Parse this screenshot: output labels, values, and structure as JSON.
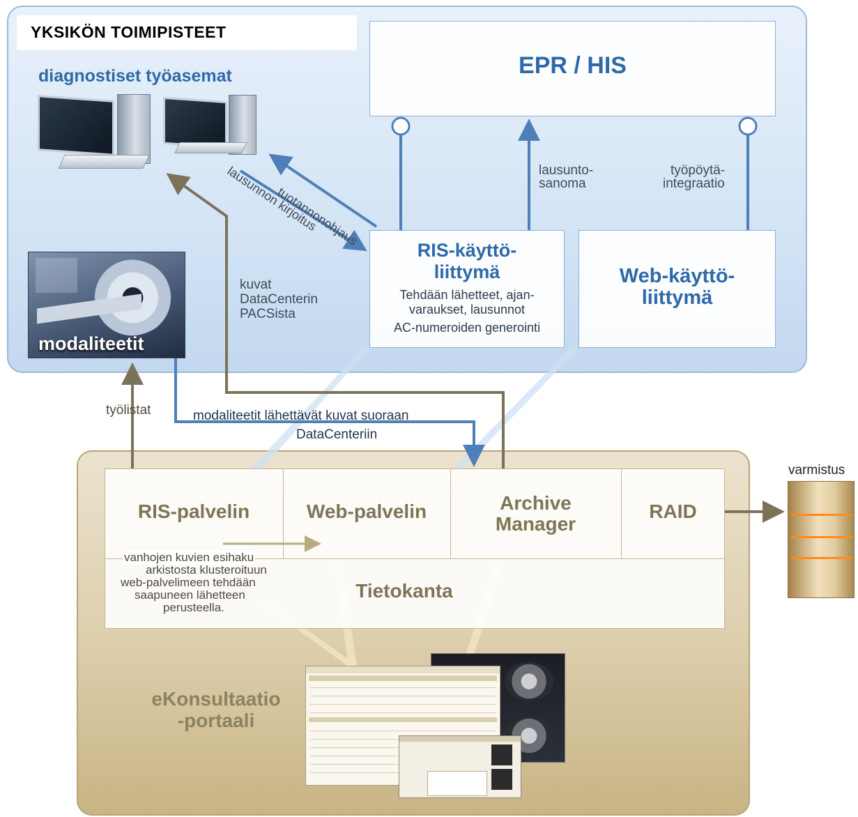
{
  "top_region": {
    "title": "YKSIKÖN TOIMIPISTEET",
    "workstations_label": "diagnostiset työasemat",
    "modality_label": "modaliteetit",
    "epr_his": "EPR / HIS",
    "ris_ui": {
      "title_line1": "RIS-käyttö-",
      "title_line2": "liittymä",
      "desc_line1": "Tehdään lähetteet, ajan-",
      "desc_line2": "varaukset, lausunnot",
      "desc_line3": "AC-numeroiden generointi"
    },
    "web_ui": {
      "title_line1": "Web-käyttö-",
      "title_line2": "liittymä"
    },
    "arrows": {
      "production_control": "tuotannonohjaus",
      "report_writing": "lausunnon kirjoitus",
      "report_message_line1": "lausunto-",
      "report_message_line2": "sanoma",
      "desktop_integration_line1": "työpöytä-",
      "desktop_integration_line2": "integraatio",
      "images_line1": "kuvat",
      "images_line2": "DataCenterin",
      "images_line3": "PACSista"
    }
  },
  "middle": {
    "worklists": "työlistat",
    "modality_send_line1": "modaliteetit lähettävät kuvat suoraan",
    "modality_send_line2": "DataCenteriin",
    "backup": "varmistus"
  },
  "bottom_region": {
    "ris_server": "RIS-palvelin",
    "web_server": "Web-palvelin",
    "archive_manager_line1": "Archive",
    "archive_manager_line2": "Manager",
    "raid": "RAID",
    "database": "Tietokanta",
    "prefetch_line1": "vanhojen kuvien esihaku",
    "prefetch_line2": "arkistosta klusteroituun",
    "prefetch_line3": "web-palvelimeen tehdään",
    "prefetch_line4": "saapuneen lähetteen",
    "prefetch_line5": "perusteella.",
    "portal_line1": "eKonsultaatio",
    "portal_line2": "-portaali"
  },
  "colors": {
    "top_region_bg": "#d3e4f5",
    "bottom_region_bg": "#dccdaa",
    "blue_heading": "#2e69a8",
    "tan_heading": "#7e7555",
    "blue_arrow": "#4f7fb8",
    "olive_arrow": "#7a7358"
  }
}
